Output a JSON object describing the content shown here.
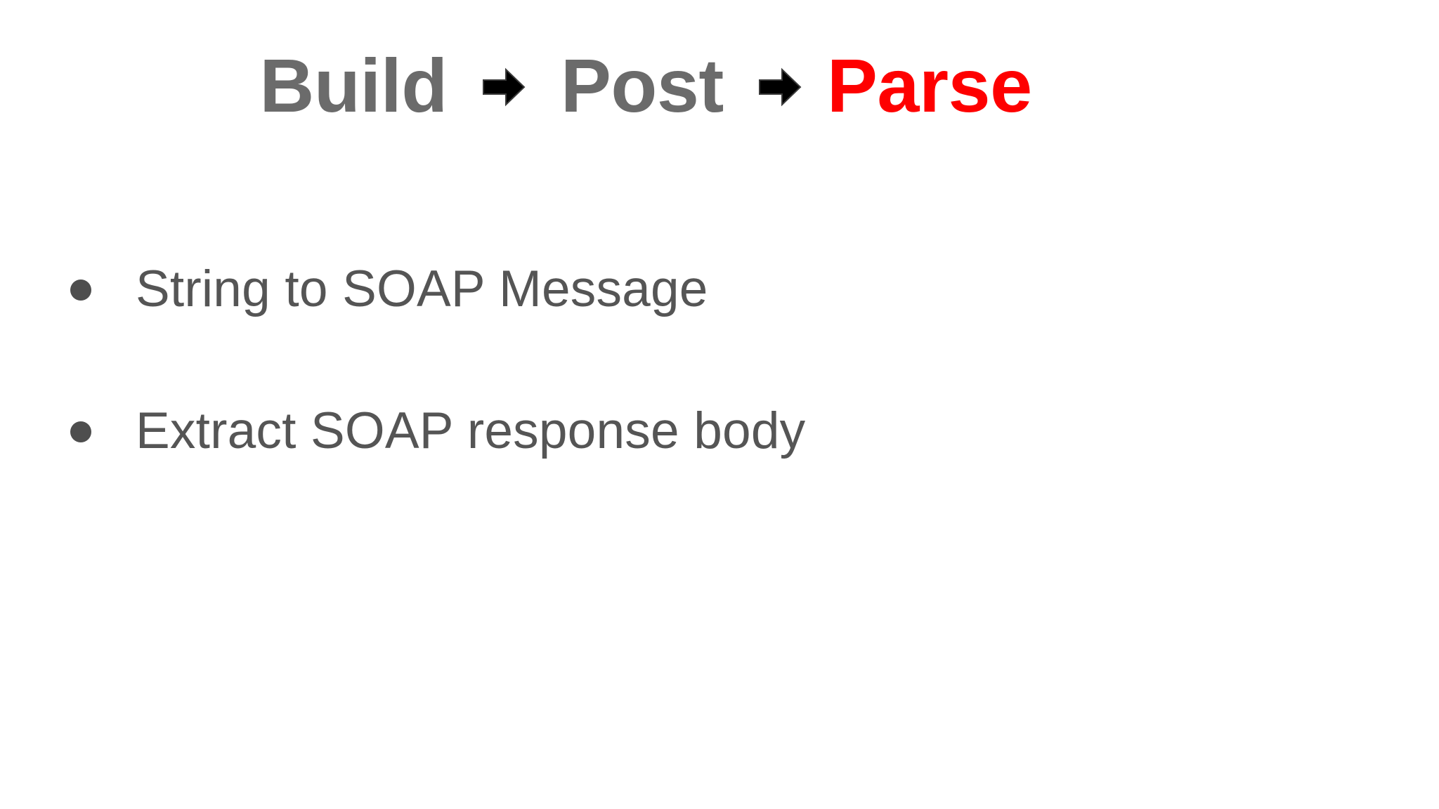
{
  "slide": {
    "background_color": "#ffffff",
    "title": {
      "segments": [
        {
          "text": "Build",
          "color": "#6b6b6b",
          "kind": "word"
        },
        {
          "text": "➡",
          "color": "#000000",
          "kind": "arrow",
          "icon": "right-arrow-icon"
        },
        {
          "text": "Post",
          "color": "#6b6b6b",
          "kind": "word"
        },
        {
          "text": "➡",
          "color": "#000000",
          "kind": "arrow",
          "icon": "right-arrow-icon"
        },
        {
          "text": "Parse",
          "color": "#fe0000",
          "kind": "word"
        }
      ],
      "plain": "Build ➡ Post ➡ Parse",
      "word_build": "Build",
      "word_post": "Post",
      "word_parse": "Parse",
      "arrow_glyph": "➡"
    },
    "body": {
      "bullet_glyph": "●",
      "bullet_color": "#4e4e4e",
      "text_color": "#555555",
      "items": [
        {
          "label": "String to SOAP Message"
        },
        {
          "label": "Extract SOAP response body"
        }
      ]
    }
  },
  "colors": {
    "title_gray": "#6b6b6b",
    "title_red": "#fe0000",
    "body_gray": "#555555",
    "bullet_gray": "#4e4e4e",
    "arrow_black": "#000000",
    "background": "#ffffff"
  }
}
